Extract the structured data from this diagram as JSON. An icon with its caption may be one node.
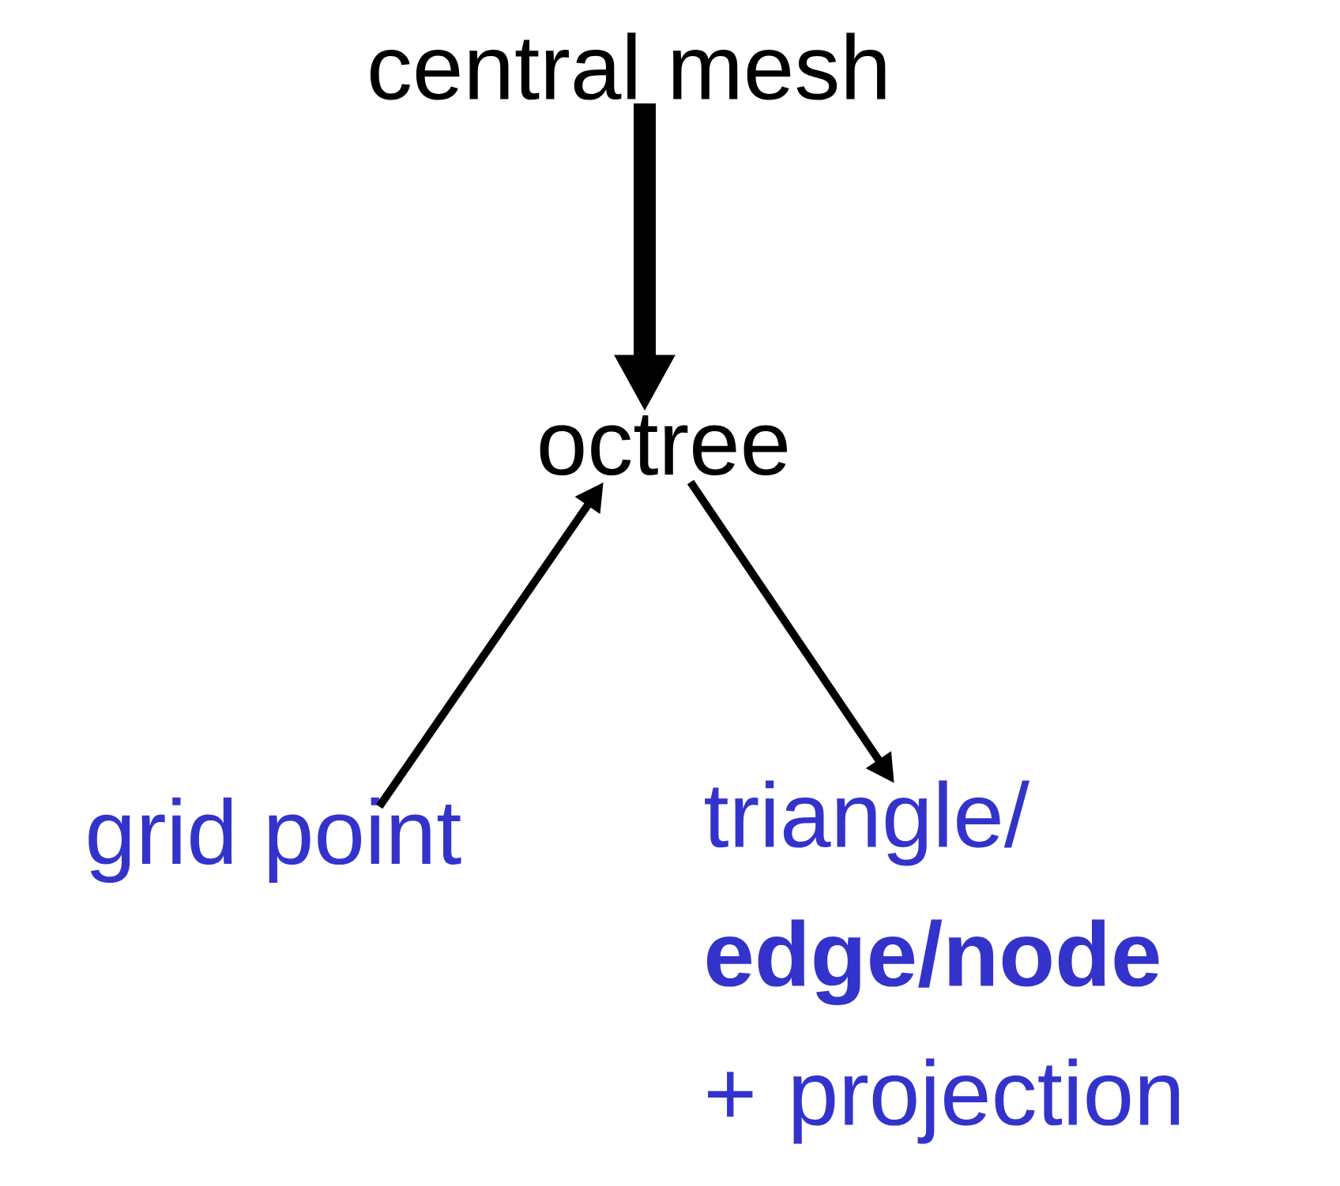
{
  "diagram": {
    "nodes": [
      {
        "text": [
          "central mesh"
        ]
      },
      {
        "text": [
          "octree"
        ]
      },
      {
        "text": [
          "grid point"
        ]
      },
      {
        "text": [
          "triangle/ **edge/node** + projection"
        ]
      }
    ],
    "edges": [
      {
        "from": 0,
        "to": 1,
        "arrow": "to",
        "style": "thick"
      },
      {
        "from": 2,
        "to": 1,
        "arrow": "to"
      },
      {
        "from": 1,
        "to": 3,
        "arrow": "to"
      }
    ]
  }
}
